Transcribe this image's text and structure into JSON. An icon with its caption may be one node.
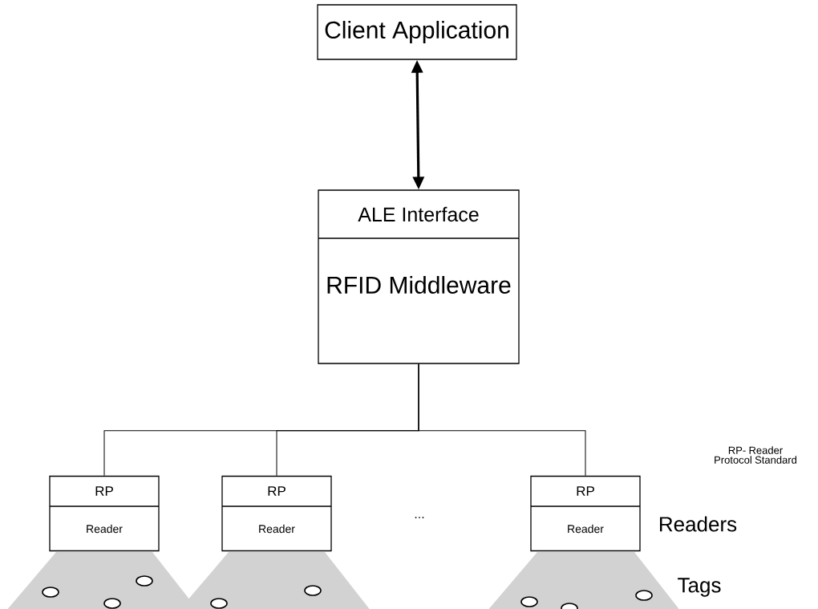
{
  "diagram": {
    "nodes": [
      {
        "text": [
          "Client Application"
        ]
      },
      {
        "text": [
          "ALE Interface",
          "RFID Middleware"
        ]
      },
      {
        "text": [
          "RP",
          "Reader"
        ]
      },
      {
        "text": [
          "RP",
          "Reader"
        ]
      },
      {
        "text": [
          "RP",
          "Reader"
        ]
      }
    ],
    "edges": [
      {
        "from": 0,
        "to": 1,
        "arrow": "both",
        "style": "thick"
      },
      {
        "from": 1,
        "to": 2,
        "arrow": "none"
      },
      {
        "from": 1,
        "to": 3,
        "arrow": "none"
      },
      {
        "from": 1,
        "to": 4,
        "arrow": "none"
      }
    ],
    "labels": [
      "RP- Reader Protocol Standard",
      "...",
      "Readers",
      "Tags"
    ]
  }
}
